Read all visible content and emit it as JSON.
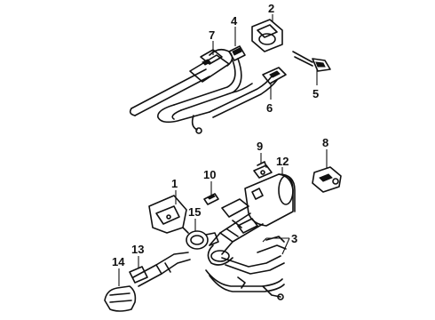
{
  "callouts": {
    "c1": "1",
    "c2": "2",
    "c3": "3",
    "c4": "4",
    "c5": "5",
    "c6": "6",
    "c7": "7",
    "c8": "8",
    "c9": "9",
    "c10": "10",
    "c12": "12",
    "c13": "13",
    "c14": "14",
    "c15": "15"
  }
}
